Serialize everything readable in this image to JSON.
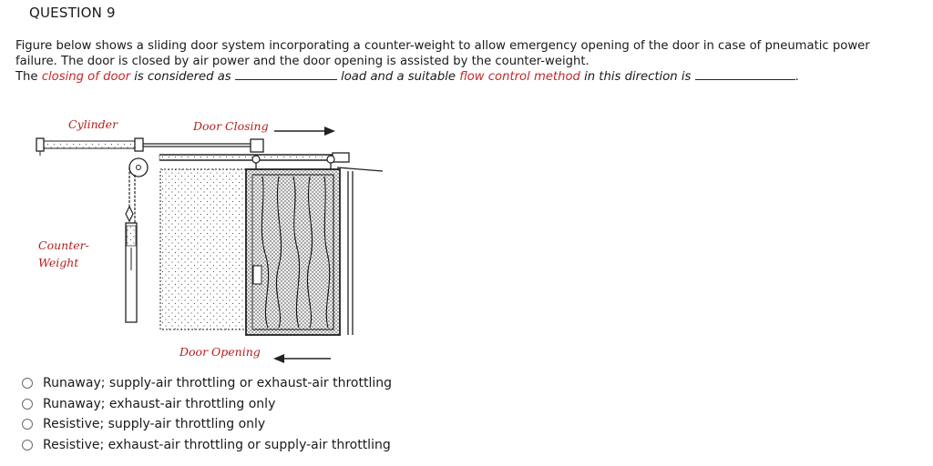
{
  "question": {
    "title": "QUESTION 9",
    "line1": "Figure below shows a sliding door system incorporating a counter-weight to allow emergency opening of the door in case of pneumatic power",
    "line2": "failure. The door is closed by air power and the door opening is assisted by the counter-weight.",
    "line3_a": "The ",
    "line3_b": "closing of door",
    "line3_c": " is considered as ",
    "line3_d": " load and a suitable ",
    "line3_e": "flow control method",
    "line3_f": " in this direction is ",
    "line3_g": "."
  },
  "figure": {
    "cylinder_label": "Cylinder",
    "door_closing_label": "Door Closing",
    "counter_label_1": "Counter-",
    "counter_label_2": "Weight",
    "door_opening_label": "Door Opening",
    "label_color": "#b71c1c"
  },
  "options": [
    {
      "label": "Runaway; supply-air throttling or exhaust-air throttling"
    },
    {
      "label": "Runaway; exhaust-air throttling only"
    },
    {
      "label": "Resistive; supply-air throttling only"
    },
    {
      "label": "Resistive; exhaust-air throttling or supply-air throttling"
    }
  ]
}
